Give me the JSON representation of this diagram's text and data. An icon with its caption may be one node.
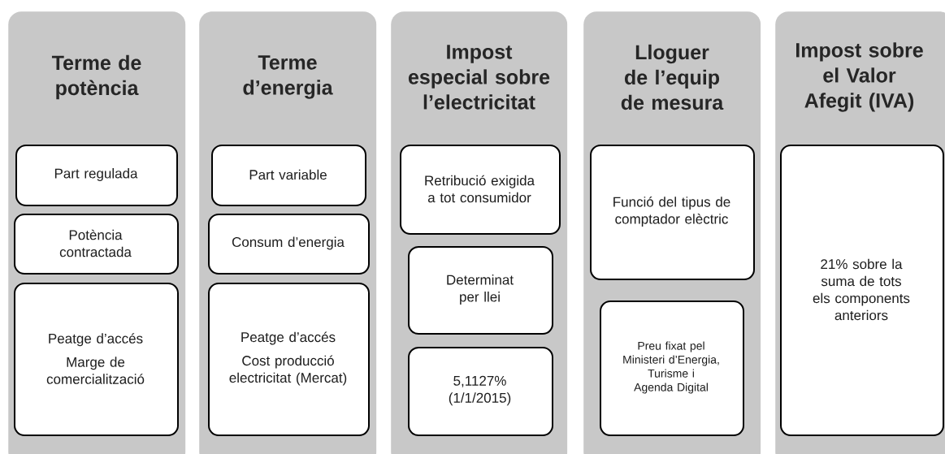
{
  "diagram": {
    "nodes": [
      {
        "text": [
          "Terme de potència"
        ]
      },
      {
        "text": [
          "Part regulada"
        ],
        "in": 0
      },
      {
        "text": [
          "Potència contractada"
        ],
        "in": 0
      },
      {
        "text": [
          "Peatge d’accés",
          "Marge de comercialització"
        ],
        "in": 0
      },
      {
        "text": [
          "Terme d’energia"
        ]
      },
      {
        "text": [
          "Part variable"
        ],
        "in": 4
      },
      {
        "text": [
          "Consum d’energia"
        ],
        "in": 4
      },
      {
        "text": [
          "Peatge d’accés",
          "Cost producció electricitat (Mercat)"
        ],
        "in": 4
      },
      {
        "text": [
          "Impost especial sobre l’electricitat"
        ]
      },
      {
        "text": [
          "Retribució exigida a tot consumidor"
        ],
        "in": 8
      },
      {
        "text": [
          "Determinat per llei"
        ],
        "in": 8
      },
      {
        "text": [
          "5,1127% (1/1/2015)"
        ],
        "in": 8
      },
      {
        "text": [
          "Lloguer de l’equip de mesura"
        ]
      },
      {
        "text": [
          "Funció del tipus de comptador elèctric"
        ],
        "in": 12
      },
      {
        "text": [
          "Preu fixat pel Ministeri d’Energia, Turisme i Agenda Digital"
        ],
        "in": 12
      },
      {
        "text": [
          "Impost sobre el Valor Afegit (IVA)"
        ]
      },
      {
        "text": [
          "21% sobre la suma de tots els components anteriors"
        ],
        "in": 15
      }
    ]
  }
}
